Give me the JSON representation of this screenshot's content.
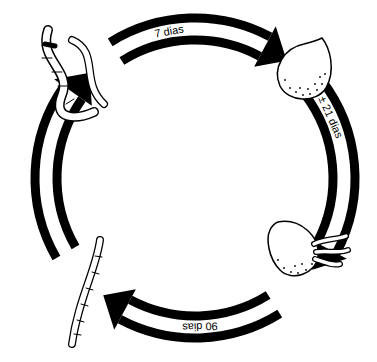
{
  "diagram": {
    "labels": [
      "7 dias",
      "± 21 dias",
      "90 dias"
    ]
  }
}
